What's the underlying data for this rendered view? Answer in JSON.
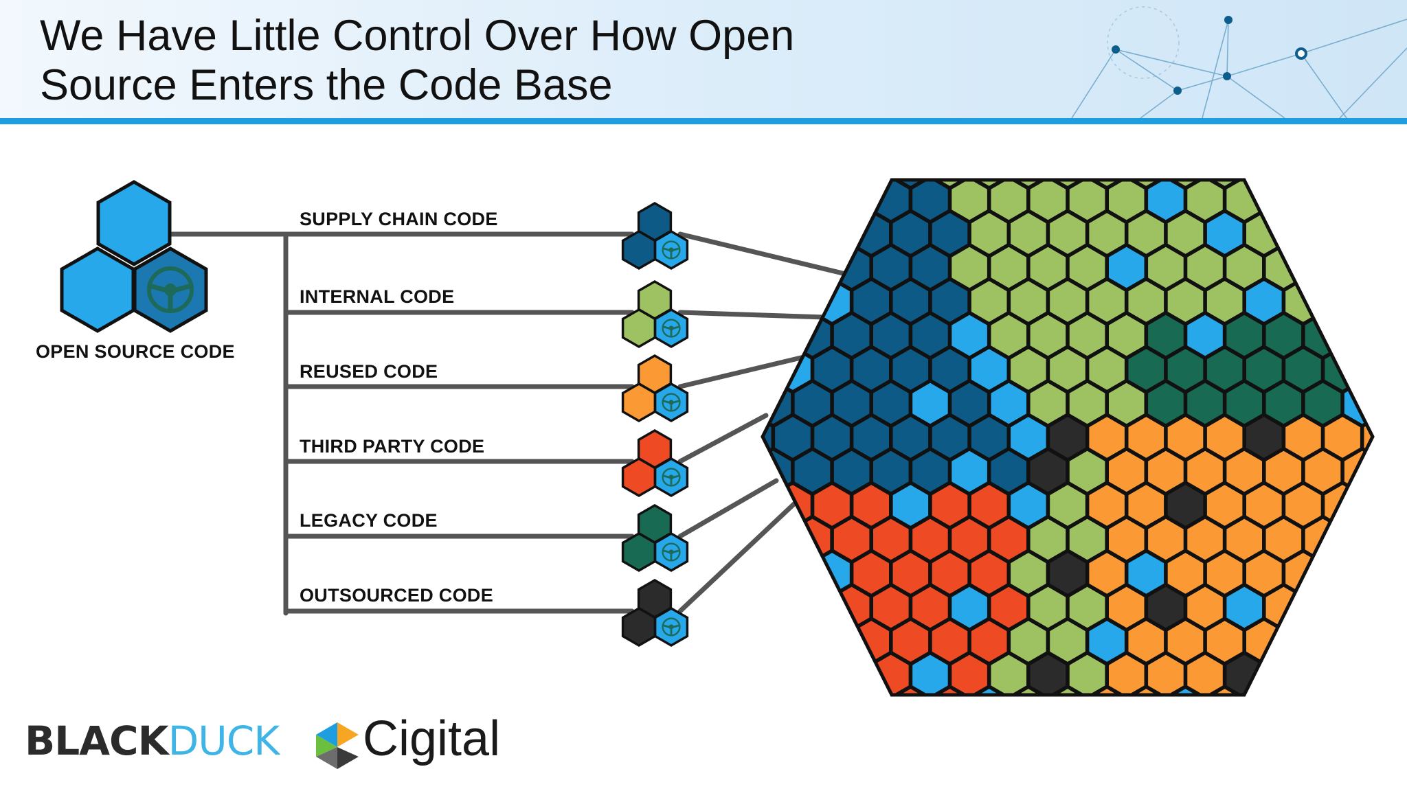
{
  "title": {
    "line1": "We Have Little Control Over How Open",
    "line2": "Source Enters the Code Base"
  },
  "source": {
    "label": "OPEN SOURCE CODE",
    "icon": "open-source-hex-cluster-icon"
  },
  "colors": {
    "blue": "#27a8ea",
    "navy": "#0e5a86",
    "green": "#9ec262",
    "teal": "#186a52",
    "orange": "#fb9a35",
    "red": "#ee4a24",
    "black": "#2b2b2b",
    "connector": "#555555",
    "accent": "#1e9ee0"
  },
  "categories": [
    {
      "label": "SUPPLY CHAIN CODE",
      "color": "#0e5a86"
    },
    {
      "label": "INTERNAL CODE",
      "color": "#9ec262"
    },
    {
      "label": "REUSED CODE",
      "color": "#fb9a35"
    },
    {
      "label": "THIRD PARTY CODE",
      "color": "#ee4a24"
    },
    {
      "label": "LEGACY CODE",
      "color": "#186a52"
    },
    {
      "label": "OUTSOURCED CODE",
      "color": "#2b2b2b"
    }
  ],
  "codebase": {
    "icon": "codebase-hex-mosaic"
  },
  "logos": {
    "blackduck_part1": "BLACK",
    "blackduck_part2": "DUCK",
    "cigital": "Cigital"
  }
}
